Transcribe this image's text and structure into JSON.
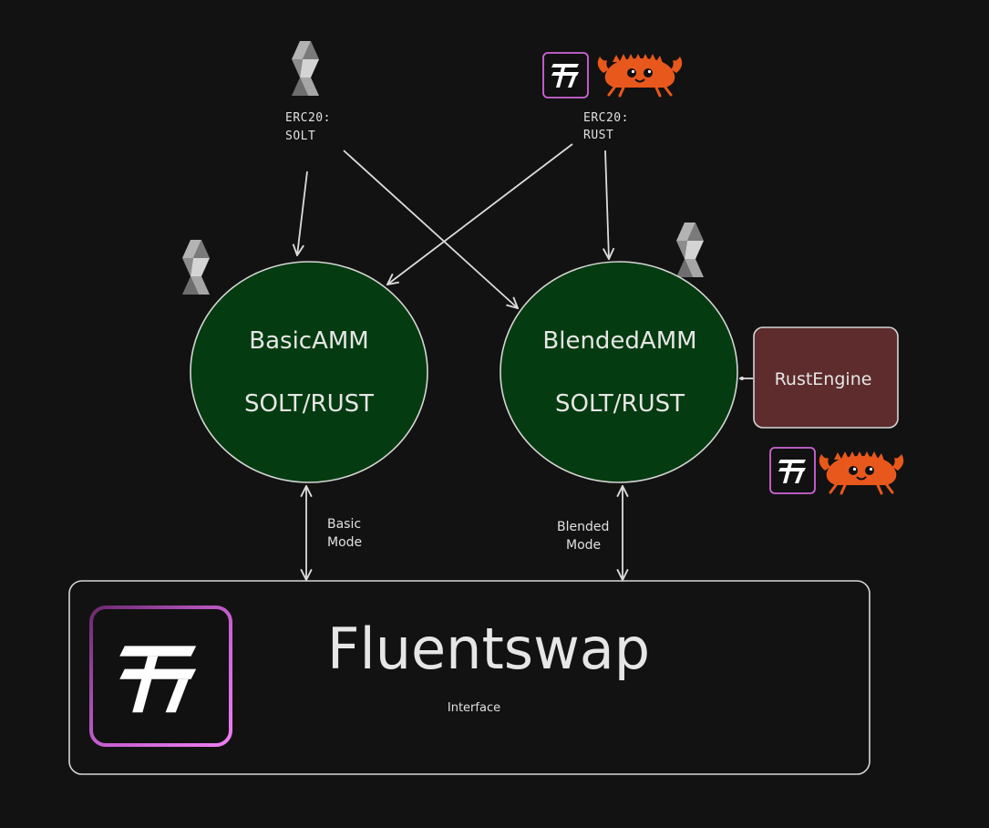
{
  "tokens": {
    "solt": {
      "line1": "ERC20:",
      "line2": "SOLT"
    },
    "rust": {
      "line1": "ERC20:",
      "line2": "RUST"
    }
  },
  "basic_amm": {
    "name": "BasicAMM",
    "pair": "SOLT/RUST"
  },
  "blended_amm": {
    "name": "BlendedAMM",
    "pair": "SOLT/RUST"
  },
  "rust_engine": {
    "label": "RustEngine"
  },
  "modes": {
    "basic": {
      "line1": "Basic",
      "line2": "Mode"
    },
    "blended": {
      "line1": "Blended",
      "line2": "Mode"
    }
  },
  "interface": {
    "title": "Fluentswap",
    "subtitle": "Interface"
  },
  "colors": {
    "background": "#121212",
    "amm_fill": "#053b10",
    "engine_fill": "#5e2c2d",
    "fluent_accent": "#e070e6",
    "rust_crab": "#e8581c",
    "solidity_gray": "#9a9a9a"
  },
  "icons": [
    "solidity-logo-icon",
    "fluent-logo-icon",
    "ferris-crab-icon"
  ]
}
